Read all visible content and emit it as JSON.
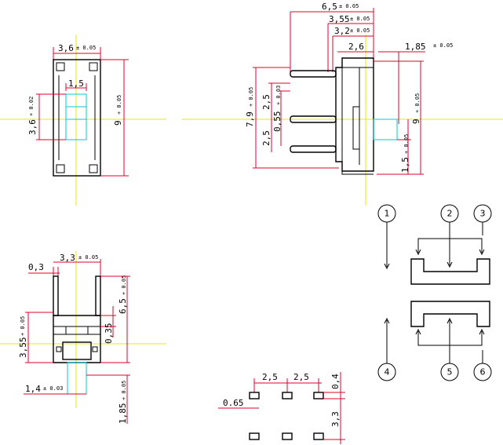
{
  "colors": {
    "dimension_line": "#e0002a",
    "center_line": "#e8e800",
    "outline": "#000000",
    "actuator": "#00c8d8",
    "background": "#ffffff"
  },
  "top_view": {
    "width_label": "3,6",
    "width_tol": "± 0.05",
    "slot_label": "1,5",
    "slot_height_label": "3,6",
    "slot_height_tol": "+ 0.02",
    "height_label": "9",
    "height_tol": "+ 0.05"
  },
  "side_view": {
    "overall_label": "6,5",
    "overall_tol": "± 0.05",
    "pin_length_label": "3,55",
    "pin_length_tol": "± 0.05",
    "pin_bend_label": "3,2",
    "pin_bend_tol": "± 0.05",
    "body_label": "2,6",
    "actuator_label": "1,85",
    "actuator_tol": "± 0.05",
    "total_height_label": "7,9",
    "total_height_tol": "+ 0.05",
    "pitch_top_label": "2,5",
    "pin_width_label": "0,55",
    "pin_width_tol": "+ 0.03",
    "pitch_bottom_label": "2,5",
    "body_height_label": "9",
    "body_height_tol": "+ 0.05",
    "actuator_width_label": "1,5",
    "actuator_width_tol": "+ 0.05"
  },
  "front_view": {
    "pin_thick_label": "0,3",
    "pin_span_label": "3,3",
    "pin_span_tol": "± 0.05",
    "height_label": "6,5",
    "height_tol": "+ 0.05",
    "body_label": "3,55",
    "body_tol": "+ 0.05",
    "gap_label": "0,35",
    "actuator_label": "1,4",
    "actuator_tol": "± 0.03",
    "actuator_height_label": "1,85",
    "actuator_height_tol": "+ 0.05"
  },
  "footprint": {
    "pitch1_label": "2,5",
    "pitch2_label": "2,5",
    "pad_label": "0,4",
    "pad_width_label": "0.65",
    "row_label": "3,3"
  },
  "schematic": {
    "pins": [
      "1",
      "2",
      "3",
      "4",
      "5",
      "6"
    ]
  }
}
